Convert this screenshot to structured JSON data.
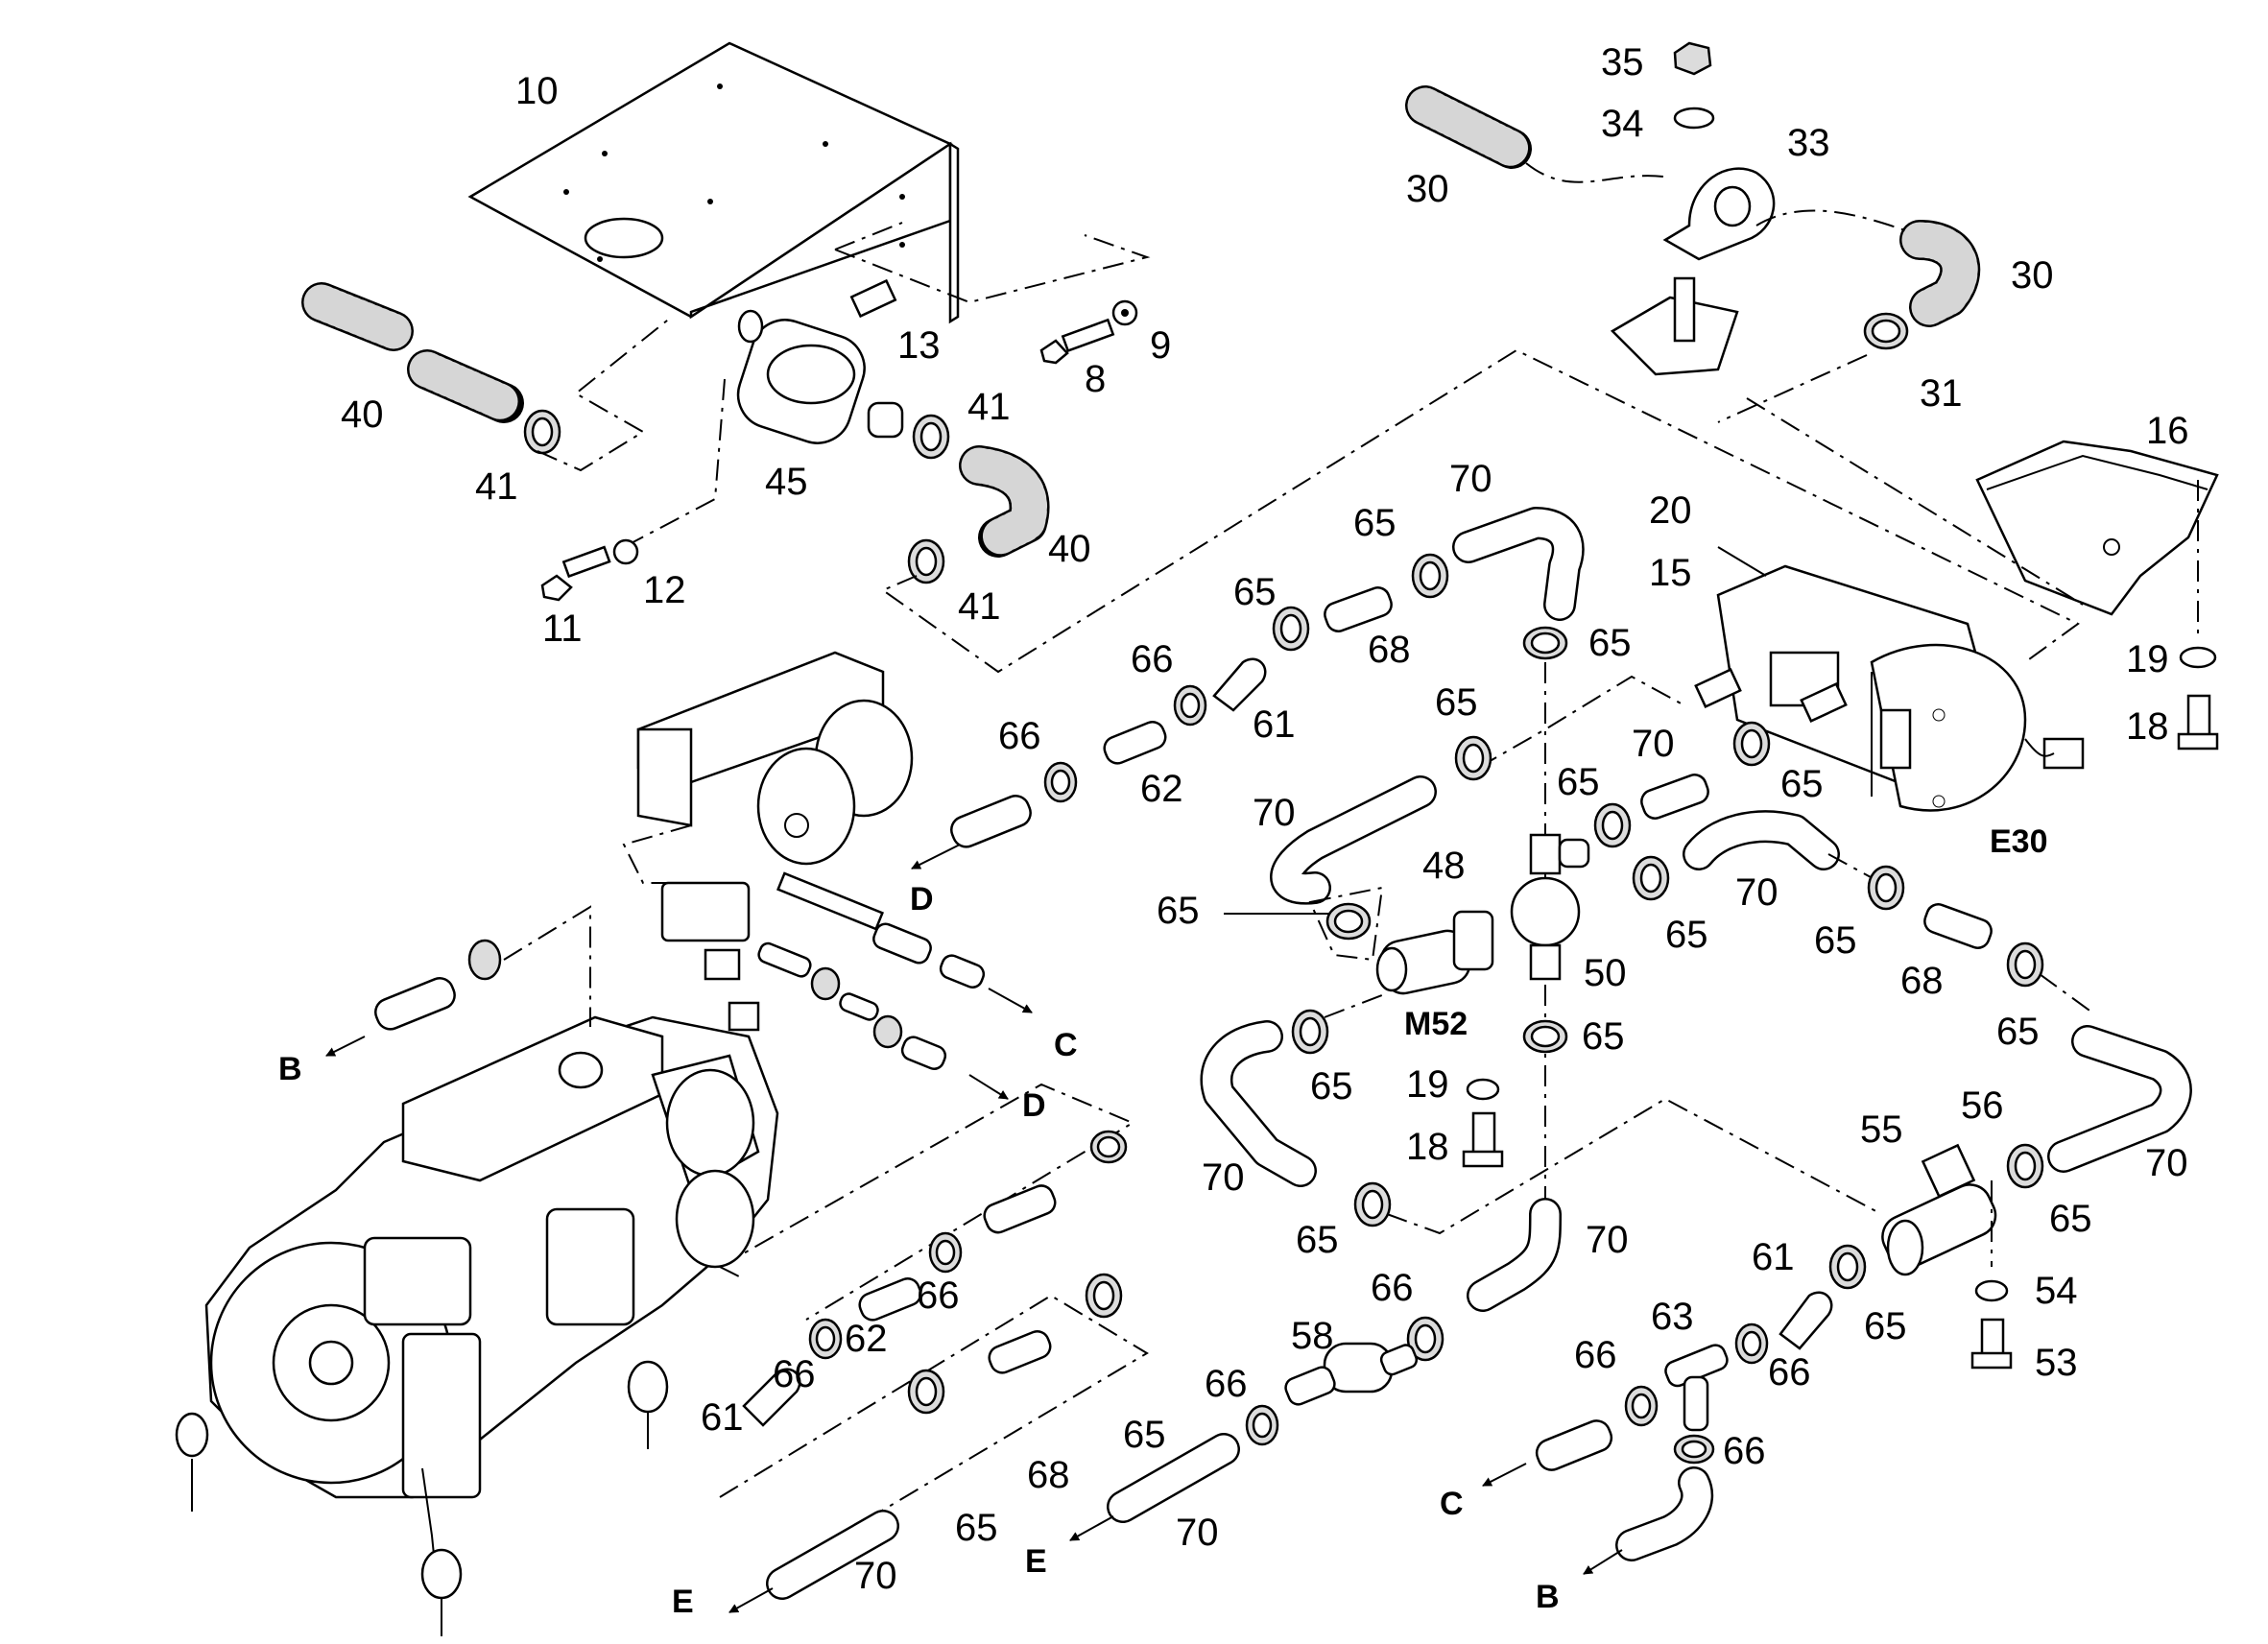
{
  "labels": {
    "p10": "10",
    "p13": "13",
    "p8": "8",
    "p9": "9",
    "p40a": "40",
    "p41a": "41",
    "p45": "45",
    "p41b": "41",
    "p40b": "40",
    "p41c": "41",
    "p11": "11",
    "p12": "12",
    "p35": "35",
    "p34": "34",
    "p33": "33",
    "p30a": "30",
    "p30b": "30",
    "p31": "31",
    "p16": "16",
    "p20": "20",
    "p15": "15",
    "p19a": "19",
    "p18a": "18",
    "pE30": "E30",
    "p70a": "70",
    "p65a": "65",
    "p65b": "65",
    "p68a": "68",
    "p65c": "65",
    "p66a": "66",
    "p61a": "61",
    "p66b": "66",
    "p62a": "62",
    "p65d": "65",
    "p70b": "70",
    "p65e": "65",
    "p65f": "65",
    "p70c": "70",
    "p48": "48",
    "p65g": "65",
    "p50": "50",
    "p65h": "65",
    "p70d": "70",
    "p65i": "65",
    "p68b": "68",
    "pM52": "M52",
    "p65j": "65",
    "p65k": "65",
    "p19b": "19",
    "p18b": "18",
    "p65l": "65",
    "p70e": "70",
    "p65m": "65",
    "p70f": "70",
    "p55": "55",
    "p56": "56",
    "p70g": "70",
    "p65n": "65",
    "p54": "54",
    "p53": "53",
    "p61b": "61",
    "p66c": "66",
    "p63": "63",
    "p66d": "66",
    "p65o": "65",
    "p66e": "66",
    "p58": "58",
    "p66f": "66",
    "p66g": "66",
    "p66h": "66",
    "p62b": "62",
    "p66i": "66",
    "p61c": "61",
    "p68c": "68",
    "p65p": "65",
    "p65q": "65",
    "p70h": "70",
    "p70i": "70",
    "refB1": "B",
    "refD1": "D",
    "refC1": "C",
    "refD2": "D",
    "refE1": "E",
    "refE2": "E",
    "refC2": "C",
    "refB2": "B"
  }
}
